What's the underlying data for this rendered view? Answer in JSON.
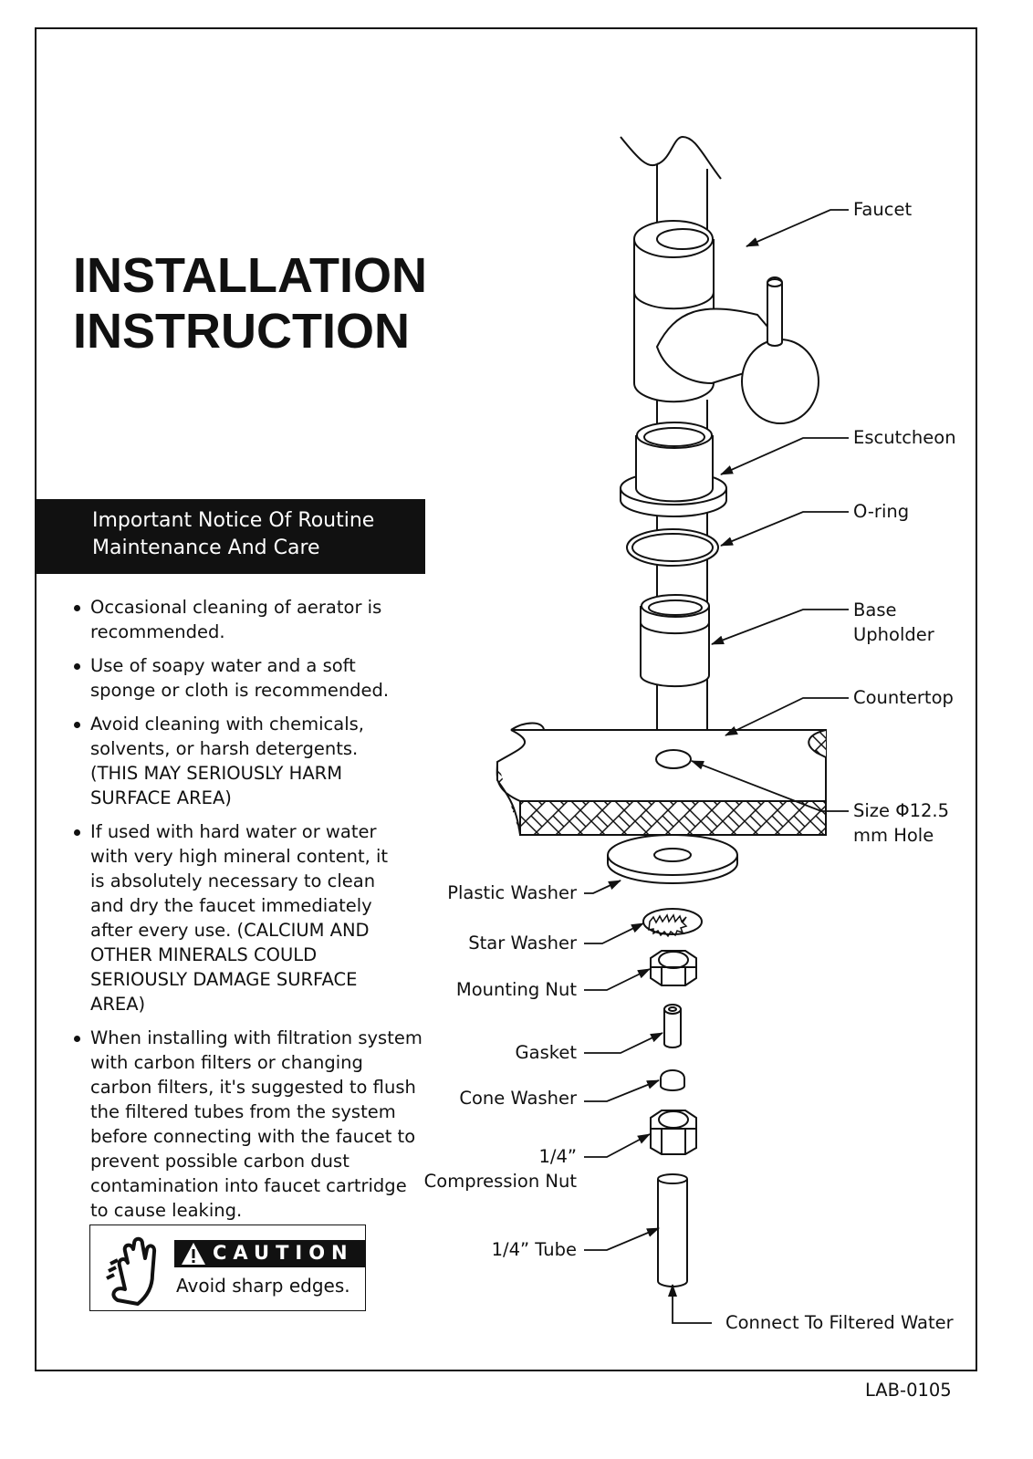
{
  "title": {
    "line1": "INSTALLATION",
    "line2": "INSTRUCTION"
  },
  "notice": {
    "line1": "Important Notice Of Routine",
    "line2": "Maintenance And Care"
  },
  "bullets": [
    "Occasional cleaning of aerator is recommended.",
    "Use of soapy water and a soft sponge or cloth is recommended.",
    "Avoid cleaning with chemicals, solvents, or harsh detergents. (THIS MAY SERIOUSLY HARM SURFACE AREA)",
    "If used with hard water or water with very high mineral content, it is absolutely necessary to clean and dry the faucet immediately after every use. (CALCIUM AND OTHER MINERALS COULD SERIOUSLY DAMAGE SURFACE AREA)",
    "When installing with filtration system with carbon filters or changing carbon filters, it's suggested to flush the filtered tubes from the system before connecting with the faucet to prevent possible carbon dust contamination into faucet cartridge to cause leaking."
  ],
  "caution": {
    "heading": "CAUTION",
    "text": "Avoid sharp edges."
  },
  "parts": {
    "faucet": "Faucet",
    "escutcheon": "Escutcheon",
    "oring": "O-ring",
    "base_line1": "Base",
    "base_line2": "Upholder",
    "countertop": "Countertop",
    "hole_line1": "Size Φ12.5",
    "hole_line2": "mm Hole",
    "plastic_washer": "Plastic Washer",
    "star_washer": "Star Washer",
    "mounting_nut": "Mounting Nut",
    "gasket": "Gasket",
    "cone_washer": "Cone Washer",
    "compression_line1": "1/4”",
    "compression_line2": "Compression Nut",
    "tube": "1/4” Tube",
    "connect": "Connect To Filtered Water"
  },
  "doc_code": "LAB-0105"
}
